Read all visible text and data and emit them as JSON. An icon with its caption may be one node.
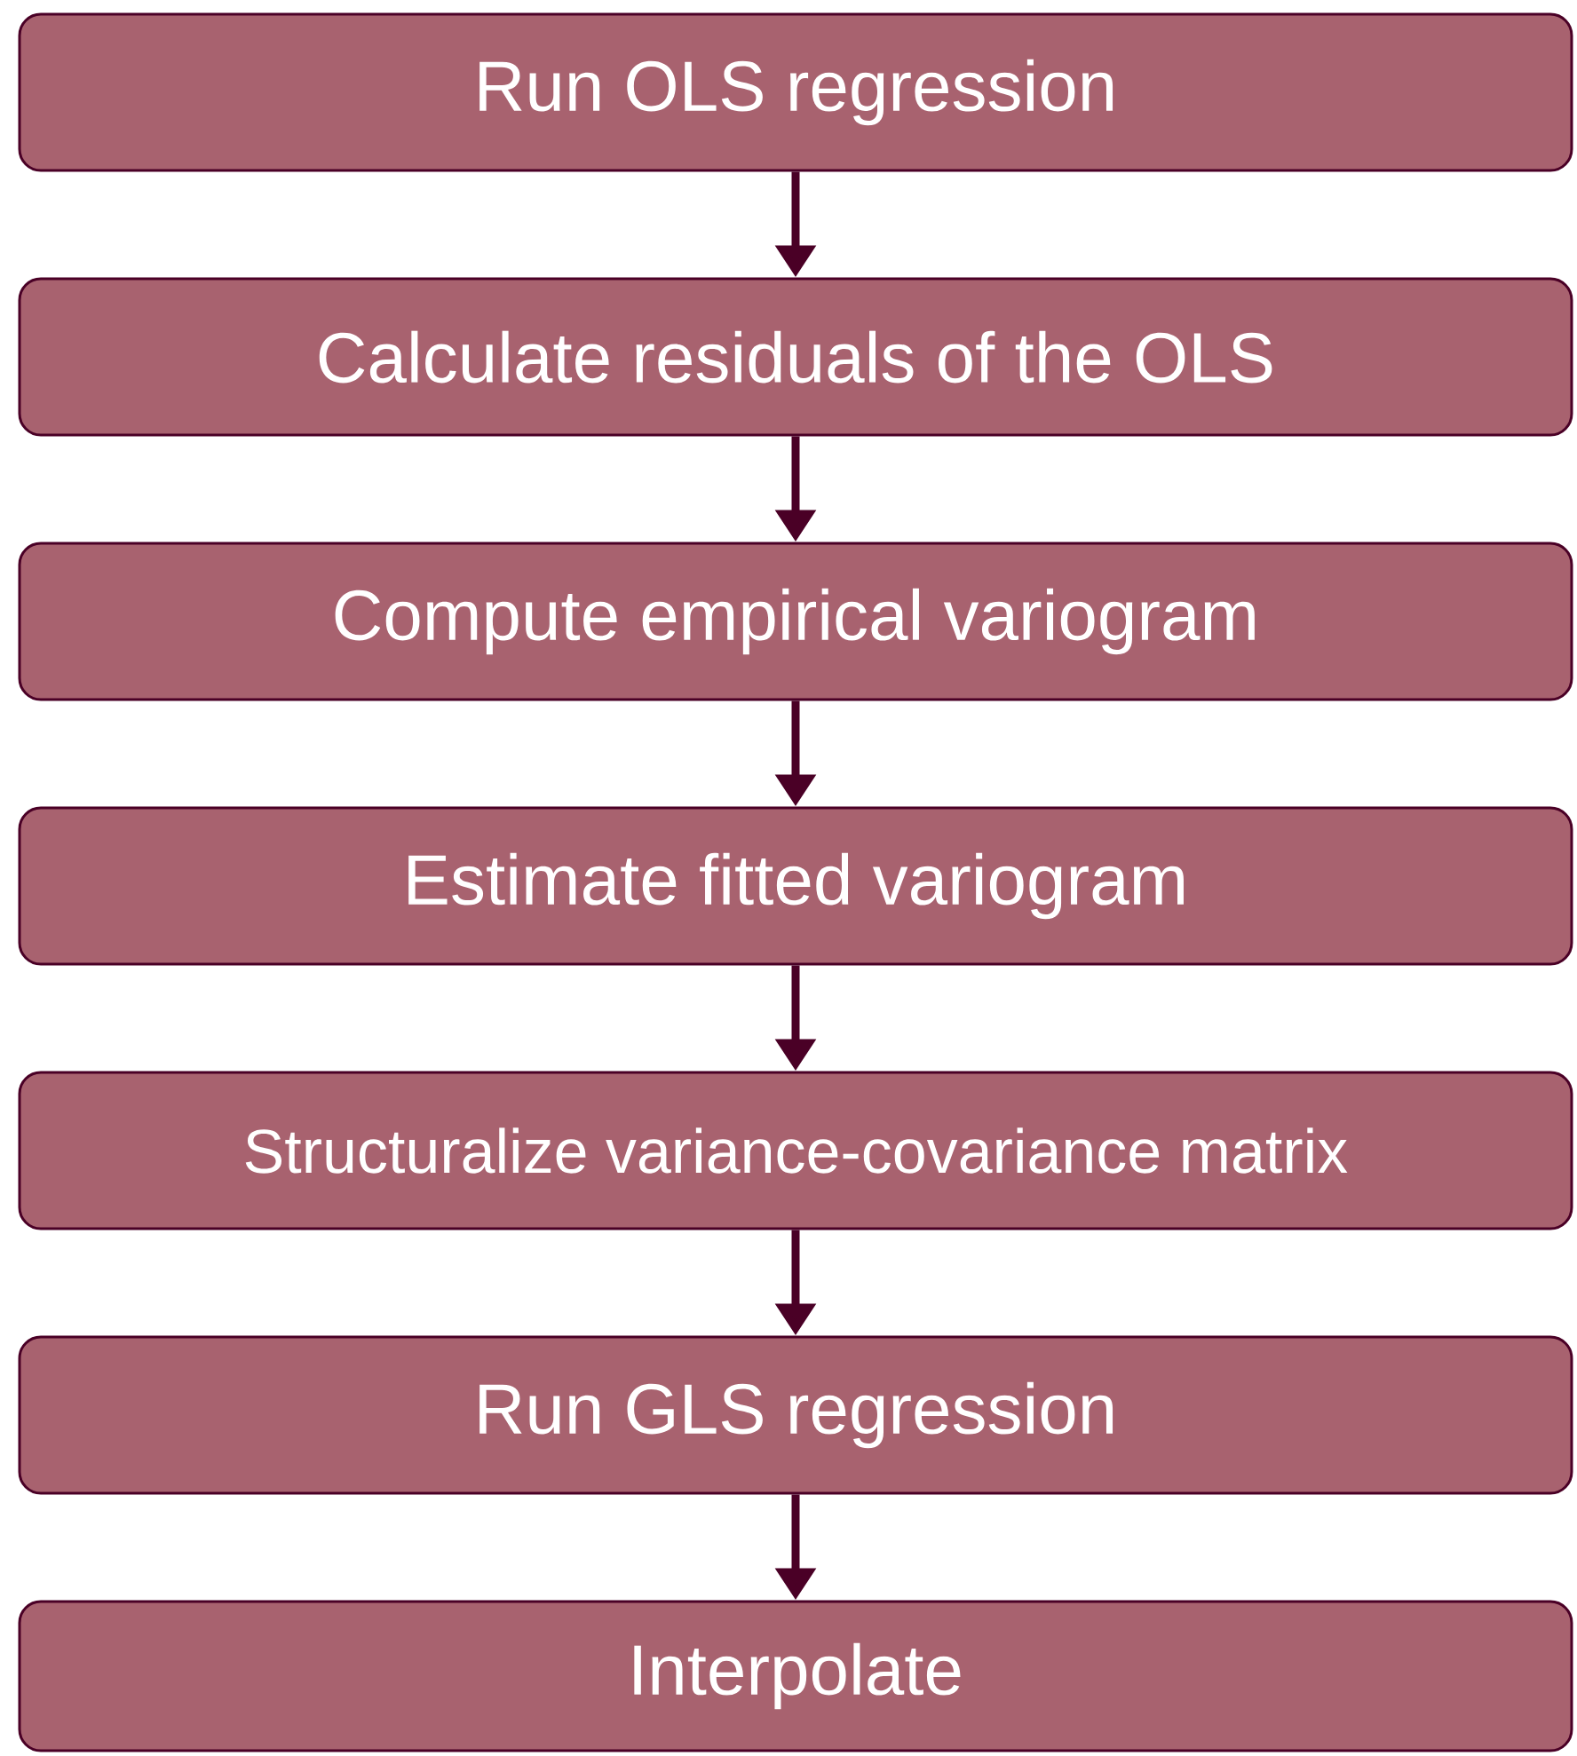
{
  "diagram": {
    "nodes": [
      {
        "text": [
          "Run OLS regression"
        ]
      },
      {
        "text": [
          "Calculate residuals of the OLS"
        ]
      },
      {
        "text": [
          "Compute empirical variogram"
        ]
      },
      {
        "text": [
          "Estimate fitted variogram"
        ]
      },
      {
        "text": [
          "Structuralize variance-covariance matrix"
        ]
      },
      {
        "text": [
          "Run GLS regression"
        ]
      },
      {
        "text": [
          "Interpolate"
        ]
      }
    ],
    "edges": [
      {
        "from": 0,
        "to": 1,
        "arrow": "to"
      },
      {
        "from": 1,
        "to": 2,
        "arrow": "to"
      },
      {
        "from": 2,
        "to": 3,
        "arrow": "to"
      },
      {
        "from": 3,
        "to": 4,
        "arrow": "to"
      },
      {
        "from": 4,
        "to": 5,
        "arrow": "to"
      },
      {
        "from": 5,
        "to": 6,
        "arrow": "to"
      }
    ]
  }
}
